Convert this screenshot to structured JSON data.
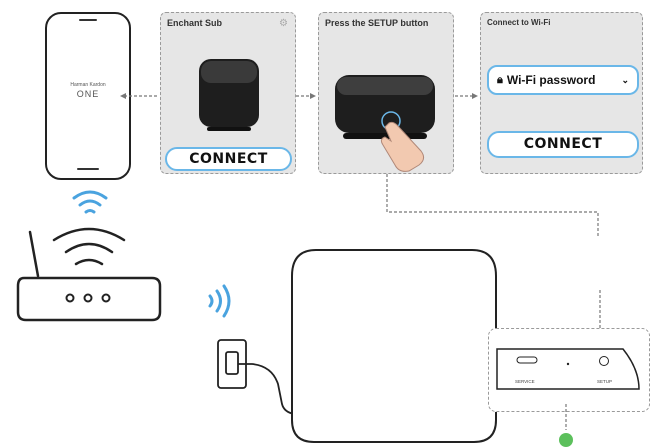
{
  "phone": {
    "app_brand": "Harman Kardon",
    "app_name": "ONE"
  },
  "step1": {
    "title": "Enchant Sub",
    "button": "CONNECT",
    "settings_icon": "gear-icon"
  },
  "step2": {
    "title": "Press the SETUP button"
  },
  "step3": {
    "title": "Connect to Wi-Fi",
    "field": "Wi-Fi password",
    "button": "CONNECT",
    "field_icon": "lock-icon",
    "dropdown_icon": "chevron-down-icon"
  },
  "device_back": {
    "port_label": "SERVICE",
    "button_label": "SETUP"
  },
  "colors": {
    "accent": "#4aa3df",
    "led": "#5cc05c",
    "panel": "#e6e6e6"
  }
}
